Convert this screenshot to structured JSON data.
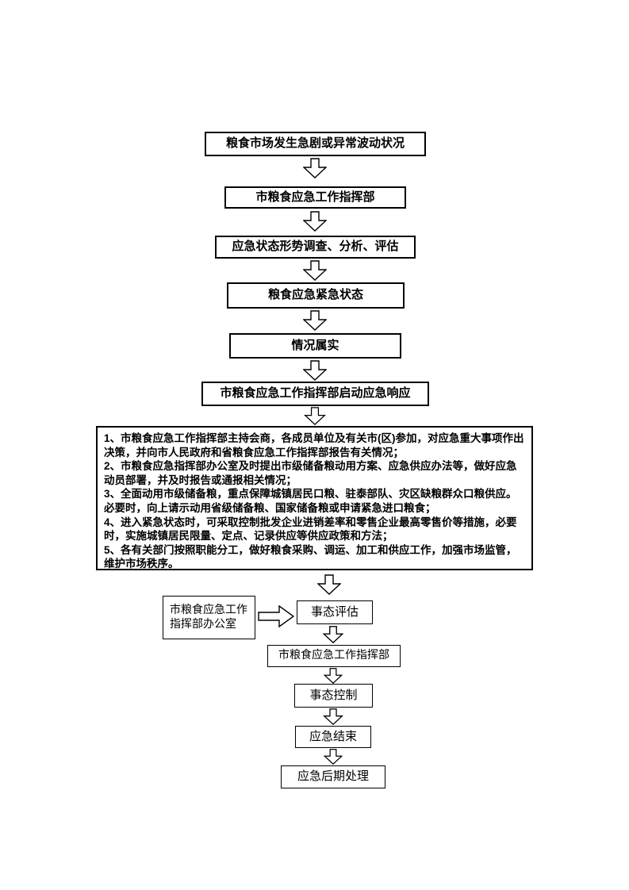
{
  "flowchart": {
    "boxes": {
      "market_event": "粮食市场发生急剧或异常波动状况",
      "command_hq": "市粮食应急工作指挥部",
      "investigation": "应急状态形势调查、分析、评估",
      "emergency_state": "粮食应急紧急状态",
      "situation_confirmed": "情况属实",
      "activate_response": "市粮食应急工作指挥部启动应急响应",
      "office": "市粮食应急工作指挥部办公室",
      "evaluation": "事态评估",
      "command_hq_2": "市粮食应急工作指挥部",
      "control": "事态控制",
      "emergency_end": "应急结束",
      "post_processing": "应急后期处理"
    },
    "measures": [
      "1、市粮食应急工作指挥部主持会商，各成员单位及有关市(区)参加，对应急重大事项作出决策，并向市人民政府和省粮食应急工作指挥部报告有关情况；",
      "2、市粮食应急指挥部办公室及时提出市级储备粮动用方案、应急供应办法等，做好应急动员部署，并及时报告或通报相关情况；",
      "3、全面动用市级储备粮，重点保障城镇居民口粮、驻泰部队、灾区缺粮群众口粮供应。必要时，向上请示动用省级储备粮、国家储备粮或申请紧急进口粮食；",
      "4、进入紧急状态时，可采取控制批发企业进销差率和零售企业最高零售价等措施，必要时，实施城镇居民限量、定点、记录供应等供应政策和方法；",
      "5、各有关部门按照职能分工，做好粮食采购、调运、加工和供应工作，加强市场监管，维护市场秩序。"
    ],
    "colors": {
      "border": "#000000",
      "background": "#ffffff"
    }
  }
}
